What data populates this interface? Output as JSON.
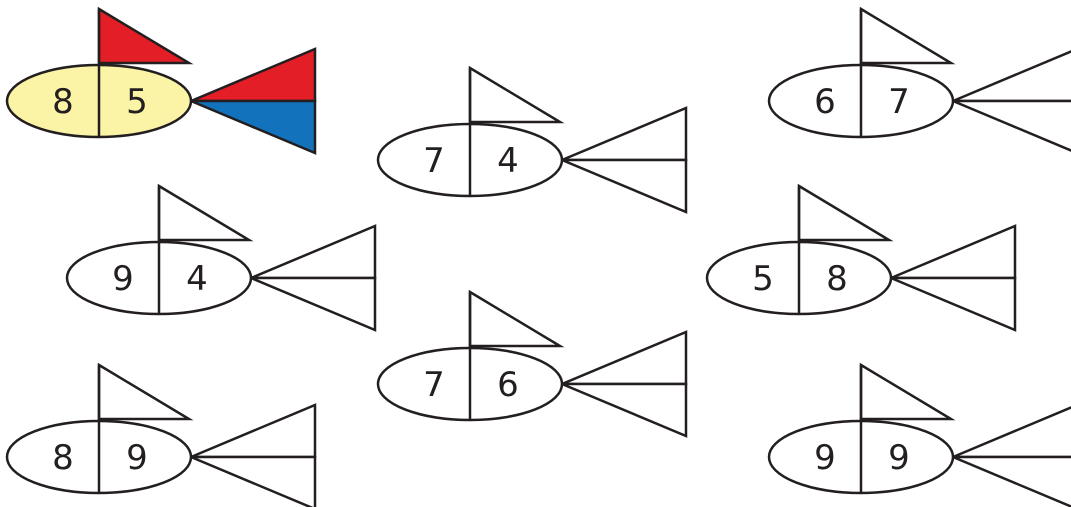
{
  "colors": {
    "stroke": "#231f20",
    "example_body": "#fbf4a6",
    "example_top_fin": "#e31e26",
    "example_tail_top": "#e31e26",
    "example_tail_bottom": "#1272bc",
    "plain_fill": "#ffffff"
  },
  "fish": [
    {
      "id": "example",
      "left": "8",
      "right": "5",
      "highlighted": true
    },
    {
      "id": "fish-2",
      "left": "7",
      "right": "4",
      "highlighted": false
    },
    {
      "id": "fish-3",
      "left": "6",
      "right": "7",
      "highlighted": false
    },
    {
      "id": "fish-4",
      "left": "9",
      "right": "4",
      "highlighted": false
    },
    {
      "id": "fish-5",
      "left": "5",
      "right": "8",
      "highlighted": false
    },
    {
      "id": "fish-6",
      "left": "7",
      "right": "6",
      "highlighted": false
    },
    {
      "id": "fish-7",
      "left": "8",
      "right": "9",
      "highlighted": false
    },
    {
      "id": "fish-8",
      "left": "9",
      "right": "9",
      "highlighted": false
    }
  ]
}
